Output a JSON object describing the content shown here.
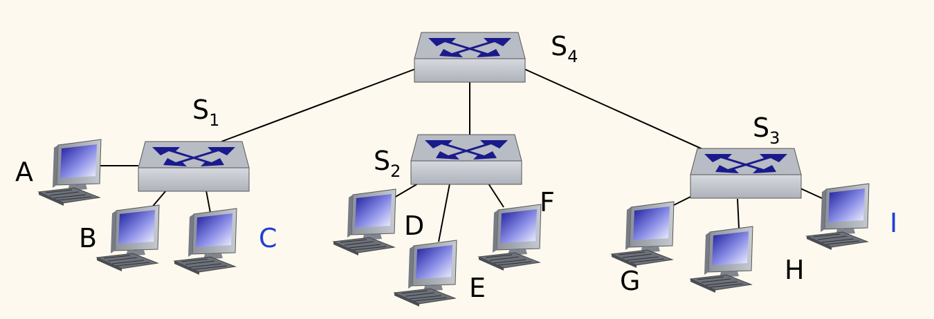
{
  "switches": [
    {
      "id": "s4",
      "name": "S",
      "sub": "4"
    },
    {
      "id": "s1",
      "name": "S",
      "sub": "1"
    },
    {
      "id": "s2",
      "name": "S",
      "sub": "2"
    },
    {
      "id": "s3",
      "name": "S",
      "sub": "3"
    }
  ],
  "hosts": {
    "a": "A",
    "b": "B",
    "c": "C",
    "d": "D",
    "e": "E",
    "f": "F",
    "g": "G",
    "h": "H",
    "i": "I"
  },
  "colors": {
    "background": "#fdf9ee",
    "switch_top": "#b8bcc4",
    "switch_front": "#c9ccd3",
    "switch_arrows": "#1a1a8c",
    "highlight_label": "#1f3fd6",
    "link": "#000000"
  }
}
